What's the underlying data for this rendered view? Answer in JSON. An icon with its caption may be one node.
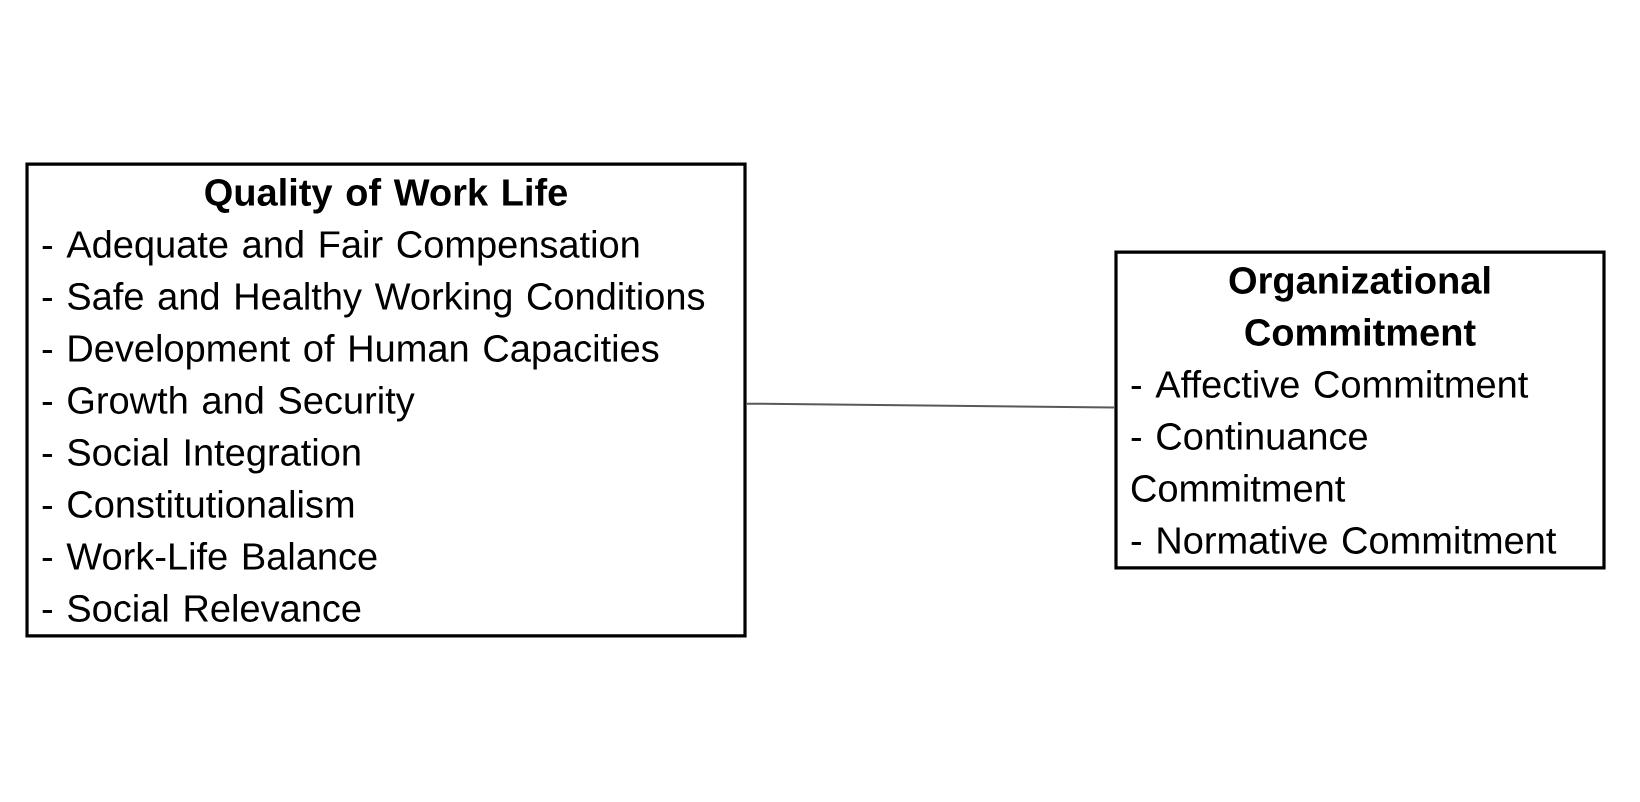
{
  "diagram": {
    "nodes": [
      {
        "text": [
          "Quality of Work Life",
          "- Adequate and Fair Compensation",
          "- Safe and Healthy Working Conditions",
          "- Development of Human Capacities",
          "- Growth and Security",
          "- Social Integration",
          "- Constitutionalism",
          "- Work-Life Balance",
          "- Social Relevance"
        ]
      },
      {
        "text": [
          "Organizational Commitment",
          "- Affective Commitment",
          "- Continuance Commitment",
          "- Normative Commitment"
        ]
      }
    ],
    "edges": [
      {
        "from": 0,
        "to": 1,
        "arrow": "none"
      }
    ]
  }
}
